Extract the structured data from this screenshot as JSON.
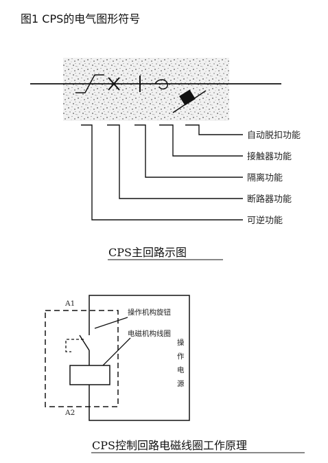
{
  "figure_title": "图1  CPS的电气图形符号",
  "main_circuit": {
    "caption": "CPS主回路示图",
    "functions": [
      "自动脱扣功能",
      "接触器功能",
      "隔离功能",
      "断路器功能",
      "可逆功能"
    ]
  },
  "control_circuit": {
    "caption": "CPS控制回路电磁线圈工作原理",
    "terminal_top": "A1",
    "terminal_bottom": "A2",
    "label_knob": "操作机构旋钮",
    "label_coil": "电磁机构线圈",
    "label_power": [
      "操",
      "作",
      "电",
      "源"
    ]
  }
}
